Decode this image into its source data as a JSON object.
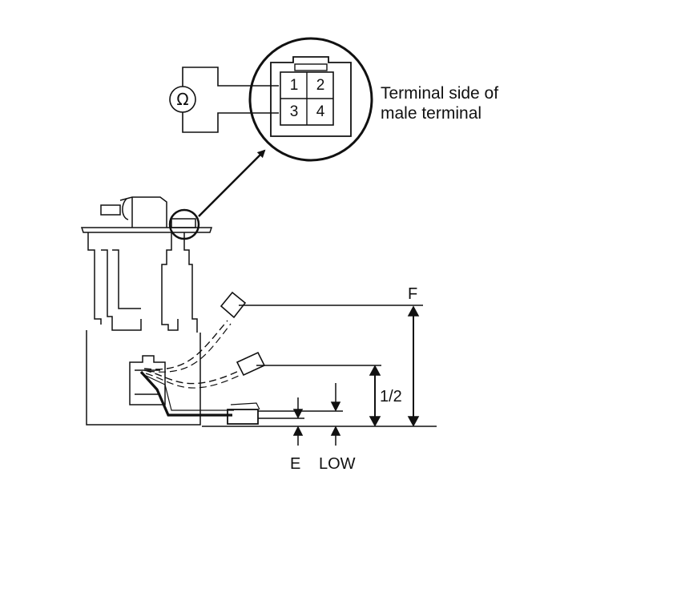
{
  "caption": {
    "line1": "Terminal side of",
    "line2": "male terminal"
  },
  "connector": {
    "pins": [
      "1",
      "2",
      "3",
      "4"
    ]
  },
  "meter": {
    "symbol": "Ω",
    "icon": "ohmmeter-icon"
  },
  "float_positions": {
    "full": "F",
    "half": "1/2",
    "empty": "E",
    "low": "LOW"
  },
  "colors": {
    "line": "#111111",
    "background": "#ffffff"
  }
}
